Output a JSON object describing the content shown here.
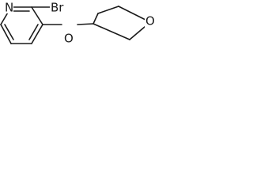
{
  "molecule": {
    "atoms": {
      "nitrogen": "N",
      "bromine": "Br",
      "ether_oxygen": "O",
      "ring_oxygen": "O"
    }
  }
}
